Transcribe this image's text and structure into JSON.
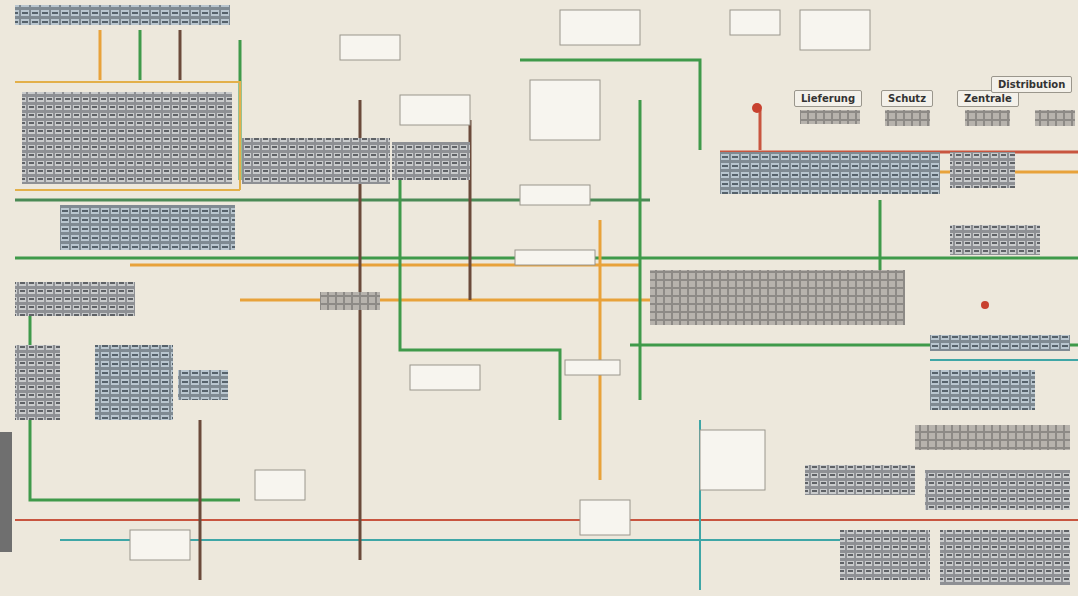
{
  "diagram": {
    "nodes": [
      {
        "text": [
          "Lieferung"
        ]
      },
      {
        "text": [
          "Schutz"
        ]
      },
      {
        "text": [
          "Zentrale"
        ]
      },
      {
        "text": [
          "Distribution"
        ]
      }
    ]
  }
}
